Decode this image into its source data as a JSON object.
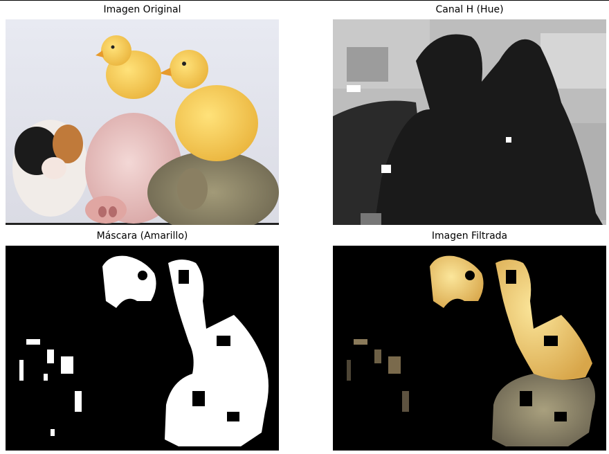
{
  "figure": {
    "panels": [
      {
        "title": "Imagen Original"
      },
      {
        "title": "Canal H (Hue)"
      },
      {
        "title": "Máscara (Amarillo)"
      },
      {
        "title": "Imagen Filtrada"
      }
    ]
  }
}
